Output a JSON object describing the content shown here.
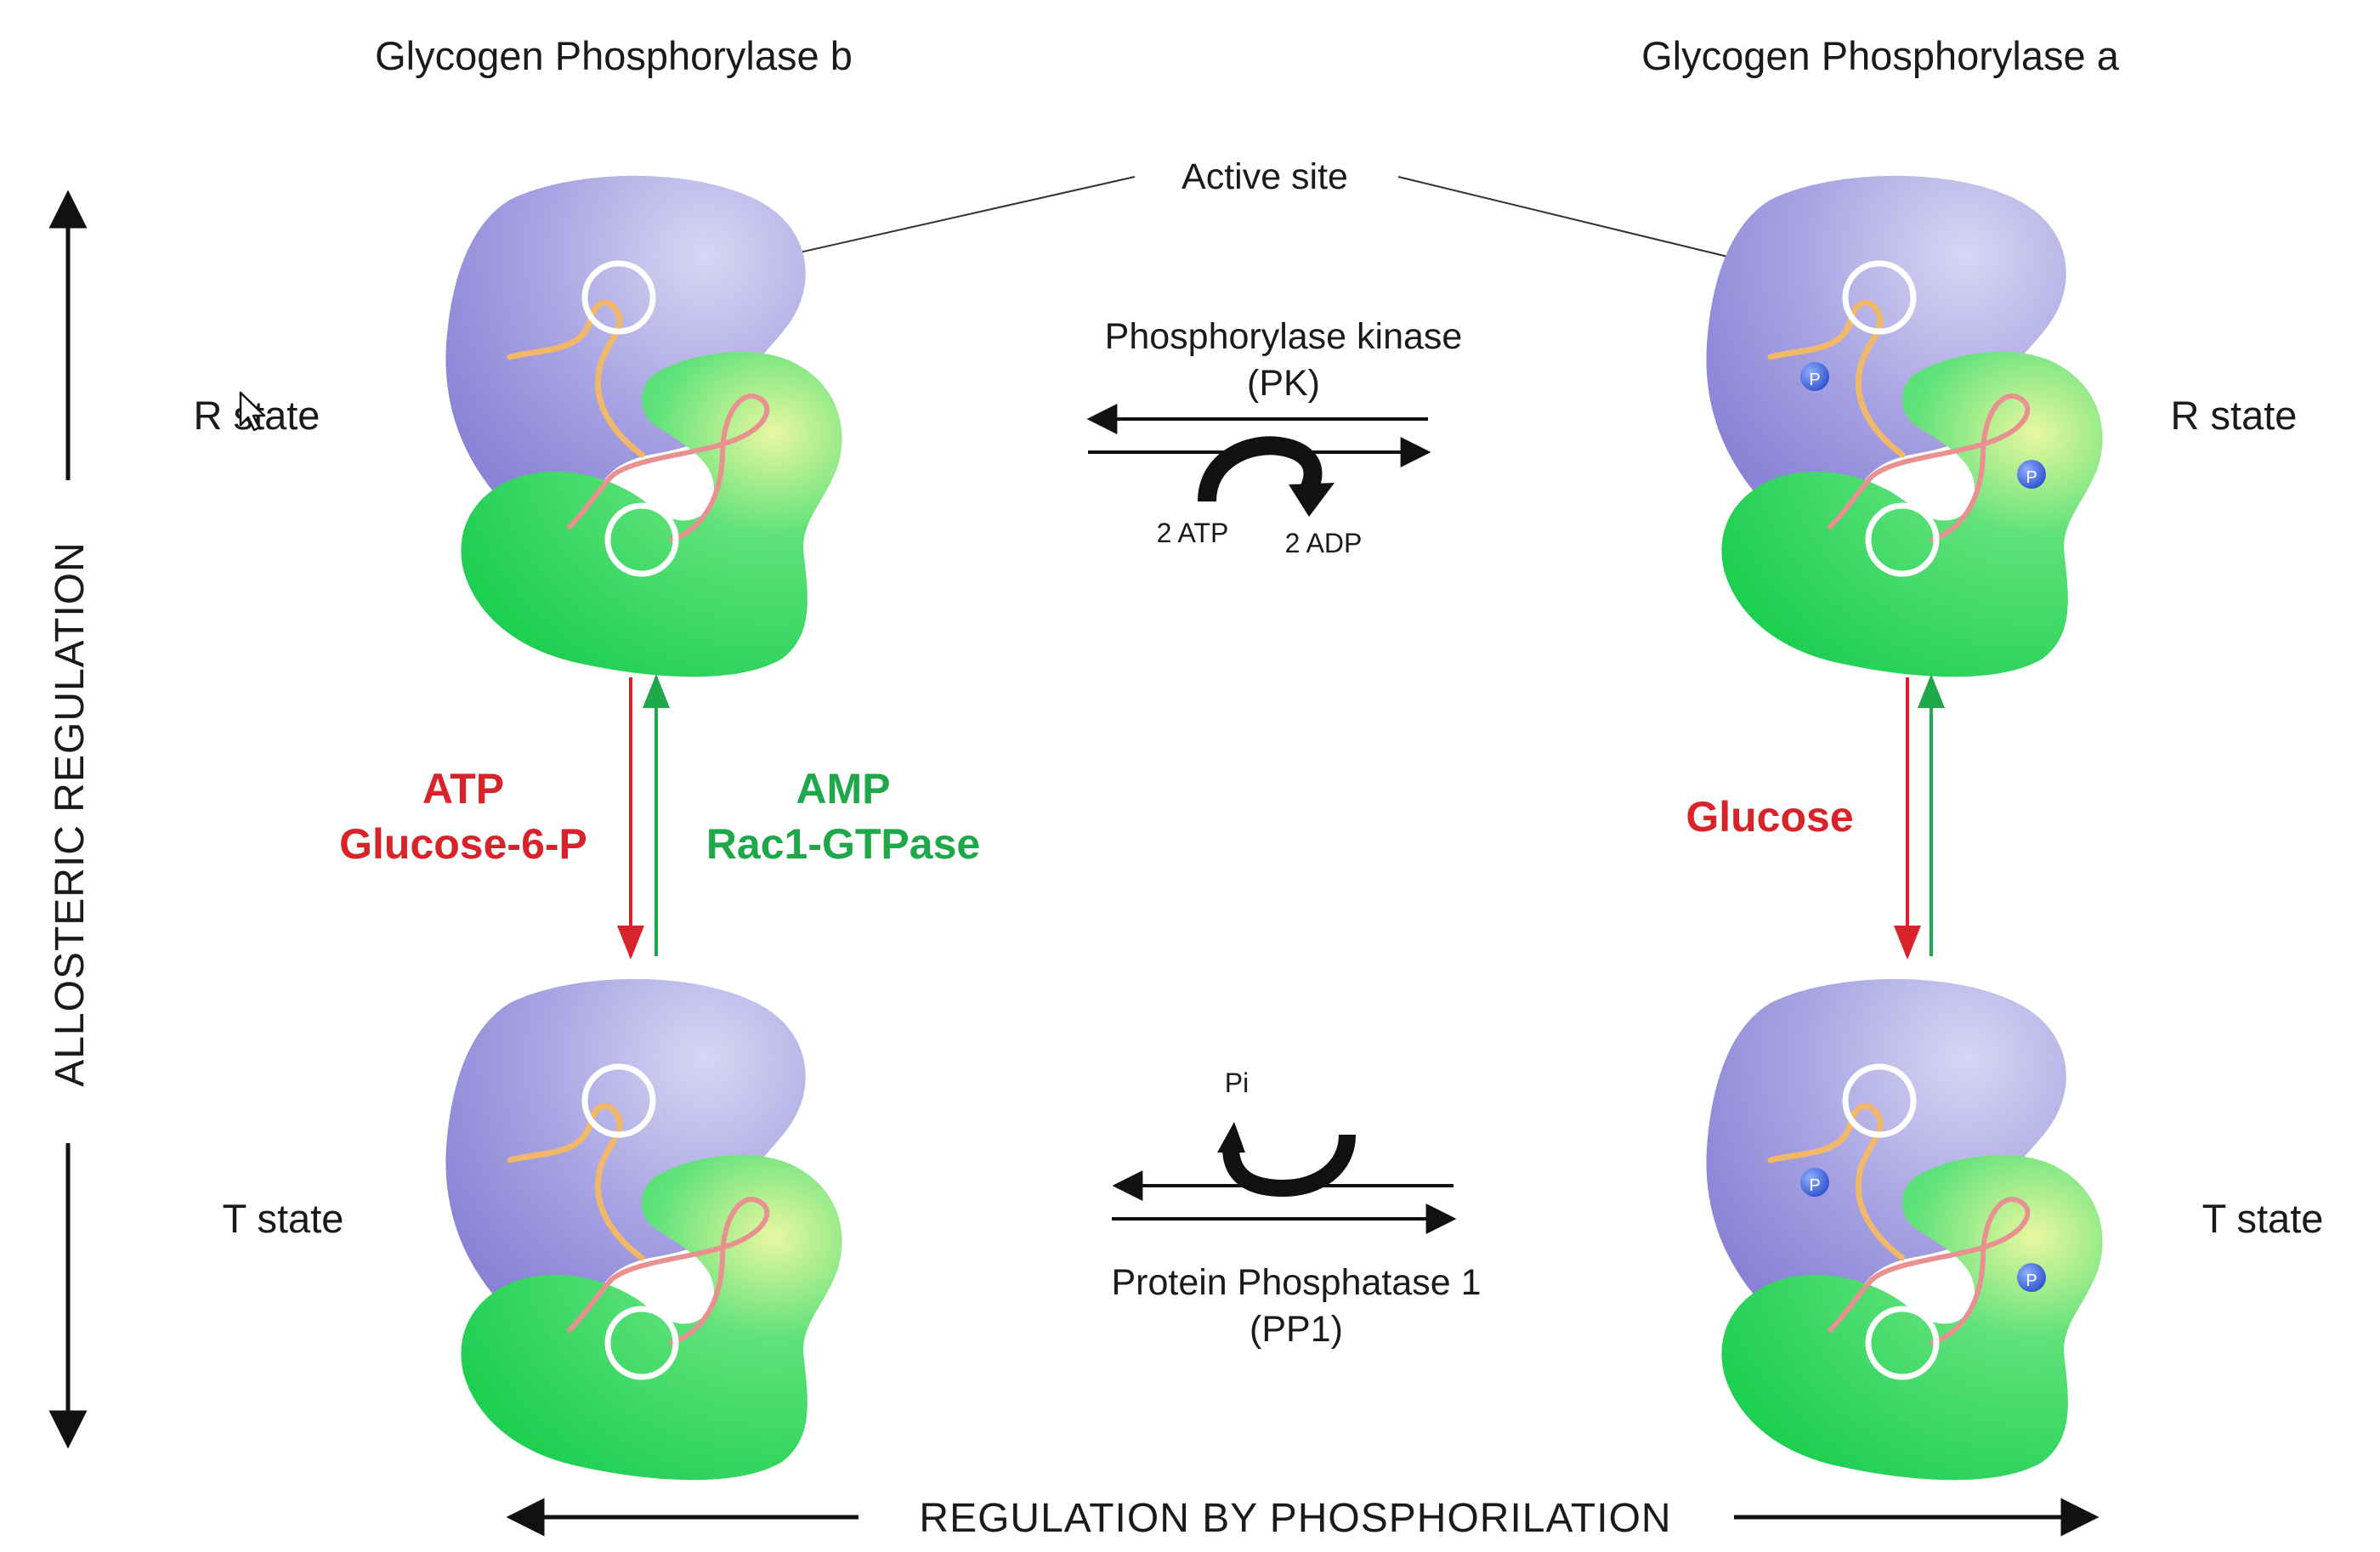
{
  "titles": {
    "left": "Glycogen Phosphorylase b",
    "right": "Glycogen Phosphorylase a"
  },
  "active_site": "Active site",
  "states": {
    "r_left": "R state",
    "r_right": "R state",
    "t_left": "T state",
    "t_right": "T state"
  },
  "kinase": {
    "name": "Phosphorylase kinase",
    "abbr": "(PK)",
    "atp": "2 ATP",
    "adp": "2 ADP"
  },
  "phosphatase": {
    "name": "Protein Phosphatase 1",
    "abbr": "(PP1)",
    "pi": "Pi"
  },
  "allosteric": {
    "red_left_1": "ATP",
    "red_left_2": "Glucose-6-P",
    "green_left_1": "AMP",
    "green_left_2": "Rac1-GTPase",
    "red_right": "Glucose"
  },
  "axes": {
    "vertical": "ALLOSTERIC REGULATION",
    "horizontal": "REGULATION BY PHOSPHORILATION"
  },
  "phospho_label": "P",
  "colors": {
    "red": "#d8232a",
    "green": "#1fa84a",
    "purple_domain": "#9b94dc",
    "green_domain": "#2fd45a",
    "phosphate": "#3a64e0"
  }
}
